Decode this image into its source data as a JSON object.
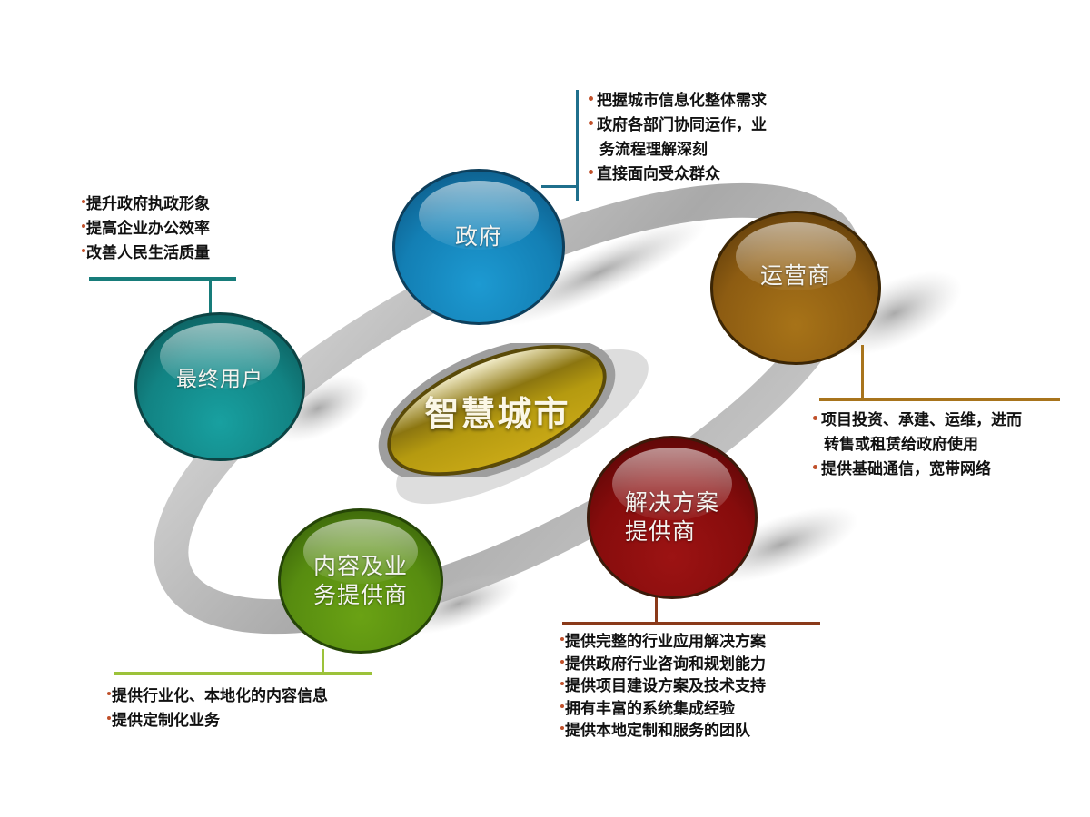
{
  "diagram": {
    "title": "智慧城市",
    "colors": {
      "ring": "#b9b9b9",
      "center": "#b89a12",
      "government": "#1583b8",
      "operator": "#8a5a12",
      "solution_provider": "#8a0d0d",
      "content_provider": "#5a8a12",
      "end_user": "#137f80"
    },
    "nodes": [
      {
        "id": "government",
        "label": "政府",
        "color": "#1a8fc4"
      },
      {
        "id": "operator",
        "label": "运营商",
        "color": "#95661a"
      },
      {
        "id": "solution_provider",
        "label": "解决方案\n提供商",
        "color": "#8e1010"
      },
      {
        "id": "content_provider",
        "label": "内容及业\n务提供商",
        "color": "#5f9410"
      },
      {
        "id": "end_user",
        "label": "最终用户",
        "color": "#158a8a"
      }
    ],
    "callouts": {
      "government": {
        "line_color": "#1f6f8c",
        "items": [
          "把握城市信息化整体需求",
          "政府各部门协同运作，业",
          "务流程理解深刻",
          "直接面向受众群众"
        ]
      },
      "end_user": {
        "line_color": "#177c7a",
        "items": [
          "提升政府执政形象",
          "提高企业办公效率",
          "改善人民生活质量"
        ]
      },
      "operator": {
        "line_color": "#a8741c",
        "items": [
          "项目投资、承建、运维，进而",
          "转售或租赁给政府使用",
          "提供基础通信，宽带网络"
        ]
      },
      "solution_provider": {
        "line_color": "#8a3a1a",
        "items": [
          "提供完整的行业应用解决方案",
          "提供政府行业咨询和规划能力",
          "提供项目建设方案及技术支持",
          "拥有丰富的系统集成经验",
          "提供本地定制和服务的团队"
        ]
      },
      "content_provider": {
        "line_color": "#9cc23a",
        "items": [
          "提供行业化、本地化的内容信息",
          "提供定制化业务"
        ]
      }
    }
  }
}
